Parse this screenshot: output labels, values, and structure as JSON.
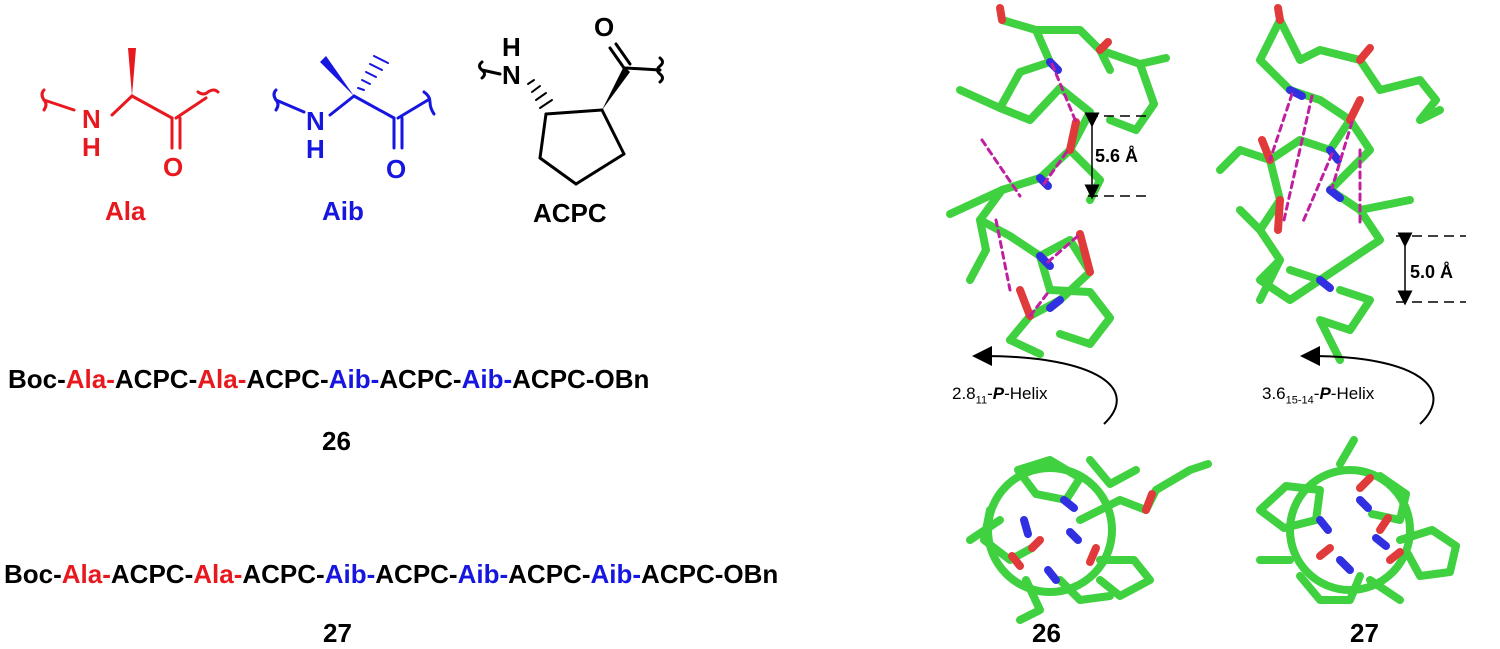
{
  "residues": {
    "ala": {
      "name": "Ala",
      "color": "#e8191e"
    },
    "aib": {
      "name": "Aib",
      "color": "#1616e0"
    },
    "acpc": {
      "name": "ACPC",
      "color": "#000000"
    }
  },
  "atoms": {
    "n": "N",
    "h": "H",
    "o": "O"
  },
  "sequences": [
    {
      "id": "26",
      "parts": [
        {
          "t": "Boc-",
          "c": "blk"
        },
        {
          "t": "Ala-",
          "c": "red"
        },
        {
          "t": "ACPC-",
          "c": "blk"
        },
        {
          "t": "Ala-",
          "c": "red"
        },
        {
          "t": "ACPC-",
          "c": "blk"
        },
        {
          "t": "Aib-",
          "c": "blue"
        },
        {
          "t": "ACPC-",
          "c": "blk"
        },
        {
          "t": "Aib-",
          "c": "blue"
        },
        {
          "t": "ACPC-OBn",
          "c": "blk"
        }
      ]
    },
    {
      "id": "27",
      "parts": [
        {
          "t": "Boc-",
          "c": "blk"
        },
        {
          "t": "Ala-",
          "c": "red"
        },
        {
          "t": "ACPC-",
          "c": "blk"
        },
        {
          "t": "Ala-",
          "c": "red"
        },
        {
          "t": "ACPC-",
          "c": "blk"
        },
        {
          "t": "Aib-",
          "c": "blue"
        },
        {
          "t": "ACPC-",
          "c": "blk"
        },
        {
          "t": "Aib-",
          "c": "blue"
        },
        {
          "t": "ACPC-",
          "c": "blk"
        },
        {
          "t": "Aib-",
          "c": "blue"
        },
        {
          "t": "ACPC-OBn",
          "c": "blk"
        }
      ]
    }
  ],
  "structures": {
    "s26": {
      "label": "26",
      "distance": "5.6 Å",
      "helix_main": "2.8",
      "helix_sub": "11",
      "helix_dash": "-",
      "helix_p": "P",
      "helix_rest": "-Helix"
    },
    "s27": {
      "label": "27",
      "distance": "5.0 Å",
      "helix_main": "3.6",
      "helix_sub": "15-14",
      "helix_dash": "-",
      "helix_p": "P",
      "helix_rest": "-Helix"
    }
  },
  "colors": {
    "carbon": "#3fd13f",
    "nitrogen": "#3030e0",
    "oxygen": "#e03a3a",
    "hbond": "#c020a0"
  }
}
